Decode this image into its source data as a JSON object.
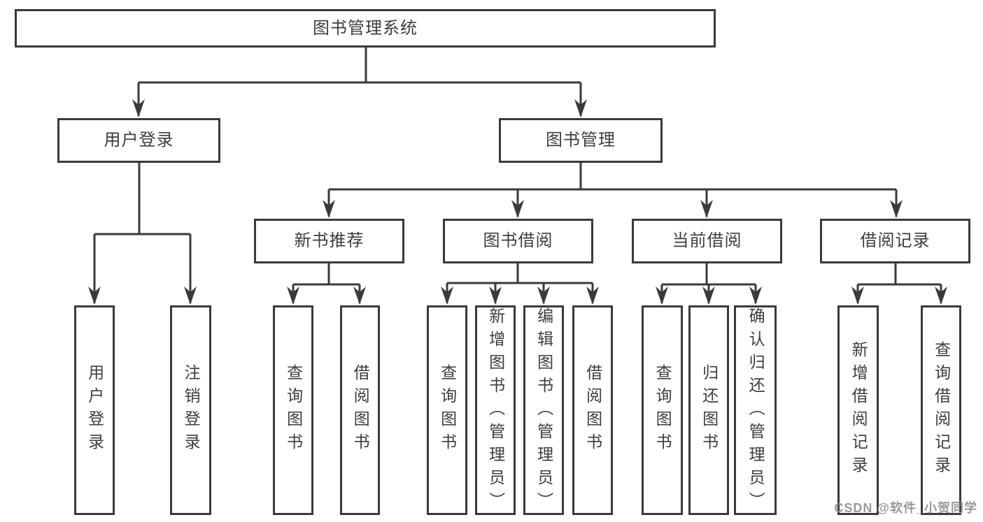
{
  "diagram": {
    "root": {
      "label": "图书管理系统"
    },
    "branches": [
      {
        "label": "用户登录",
        "children": [
          {
            "label": "用户登录"
          },
          {
            "label": "注销登录"
          }
        ]
      },
      {
        "label": "图书管理",
        "children": [
          {
            "label": "新书推荐",
            "children": [
              {
                "label": "查询图书"
              },
              {
                "label": "借阅图书"
              }
            ]
          },
          {
            "label": "图书借阅",
            "children": [
              {
                "label": "查询图书"
              },
              {
                "label": "新增图书（管理员）"
              },
              {
                "label": "编辑图书（管理员）"
              },
              {
                "label": "借阅图书"
              }
            ]
          },
          {
            "label": "当前借阅",
            "children": [
              {
                "label": "查询图书"
              },
              {
                "label": "归还图书"
              },
              {
                "label": "确认归还（管理员）"
              }
            ]
          },
          {
            "label": "借阅记录",
            "children": [
              {
                "label": "新增借阅记录"
              },
              {
                "label": "查询借阅记录"
              }
            ]
          }
        ]
      }
    ]
  },
  "watermark": {
    "text": "CSDN @软件_小贺同学"
  },
  "style": {
    "line_color": "#3a3a3a",
    "text_color": "#3d3d3d",
    "box_background": "#ffffff",
    "watermark_color": "#8f8f8f"
  }
}
